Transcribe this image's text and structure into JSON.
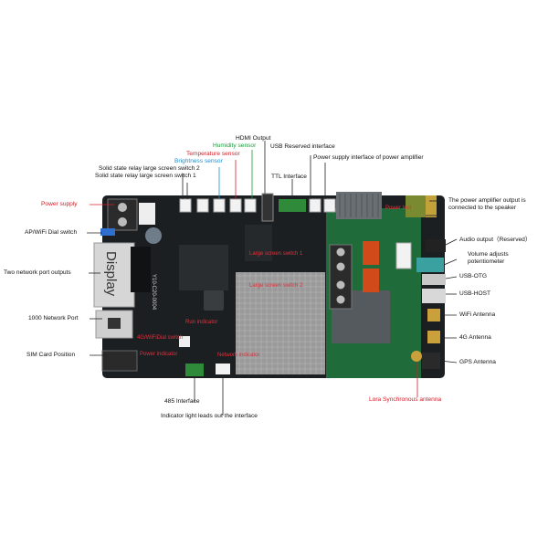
{
  "colors": {
    "label_red": "#d0202a",
    "label_green": "#1a9a3a",
    "label_blue": "#1d8fd0",
    "board_dark": "#1c1f22",
    "board_green": "#1f6b3a",
    "shield_gray": "#9a9a9a"
  },
  "board": {
    "display_text": "Display",
    "silk_text": "Y10-C20-0004"
  },
  "labels": {
    "hdmi_output": "HDMI Output",
    "humidity_sensor": "Humidity sensor",
    "usb_reserved": "USB Reserved interface",
    "temperature_sensor": "Temperature sensor",
    "brightness_sensor": "Brightness sensor",
    "power_supply_amp": "Power supply interface of power amplifier",
    "ssr_switch_2": "Solid state relay large screen switch 2",
    "ssr_switch_1": "Solid state relay large screen switch 1",
    "ttl_interface": "TTL Interface",
    "power_supply": "Power supply",
    "power_test": "Power test",
    "amp_output": "The power amplifier output is connected to the speaker",
    "ap_wifi_dial": "AP/WiFi Dial switch",
    "audio_output": "Audio output（Reserved）",
    "volume_pot": "Volume adjusts potentiometer",
    "large_switch_1": "Large screen switch 1",
    "large_switch_2": "Large screen switch 2",
    "two_network_ports": "Two network port outputs",
    "usb_otg": "USB-OTG",
    "usb_host": "USB-HOST",
    "network_1000": "1000 Network Port",
    "wifi_antenna": "WiFi Antenna",
    "run_indicator": "Run indicator",
    "fourg_dial": "4G/WiFiDial switch",
    "fourg_antenna": "4G Antenna",
    "power_indicator": "Power indicator",
    "network_indicator": "Network indicator",
    "sim_card": "SIM Card Position",
    "gps_antenna": "GPS Antenna",
    "if_485": "485 Interface",
    "lora_antenna": "Lora Synchronous antenna",
    "indicator_leads": "Indicator light leads out the interface"
  }
}
